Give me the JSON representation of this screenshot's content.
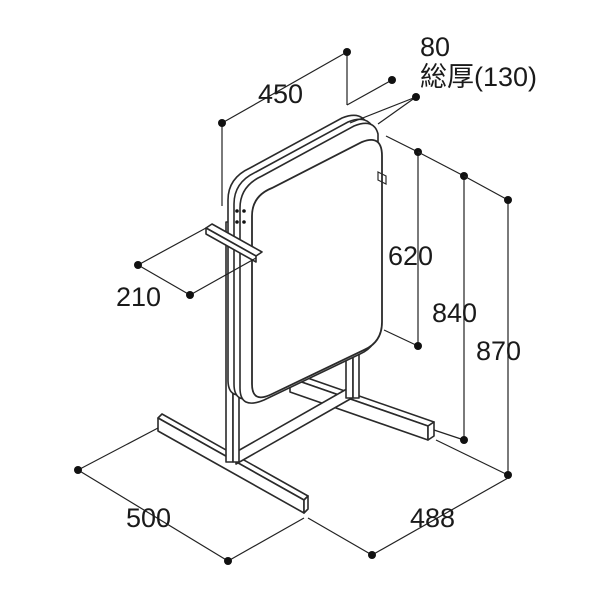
{
  "dimensions": {
    "width_450": "450",
    "depth_80": "80",
    "total_thickness": "総厚(130)",
    "height_620": "620",
    "height_840": "840",
    "height_870": "870",
    "arm_210": "210",
    "base_500": "500",
    "base_488": "488"
  }
}
